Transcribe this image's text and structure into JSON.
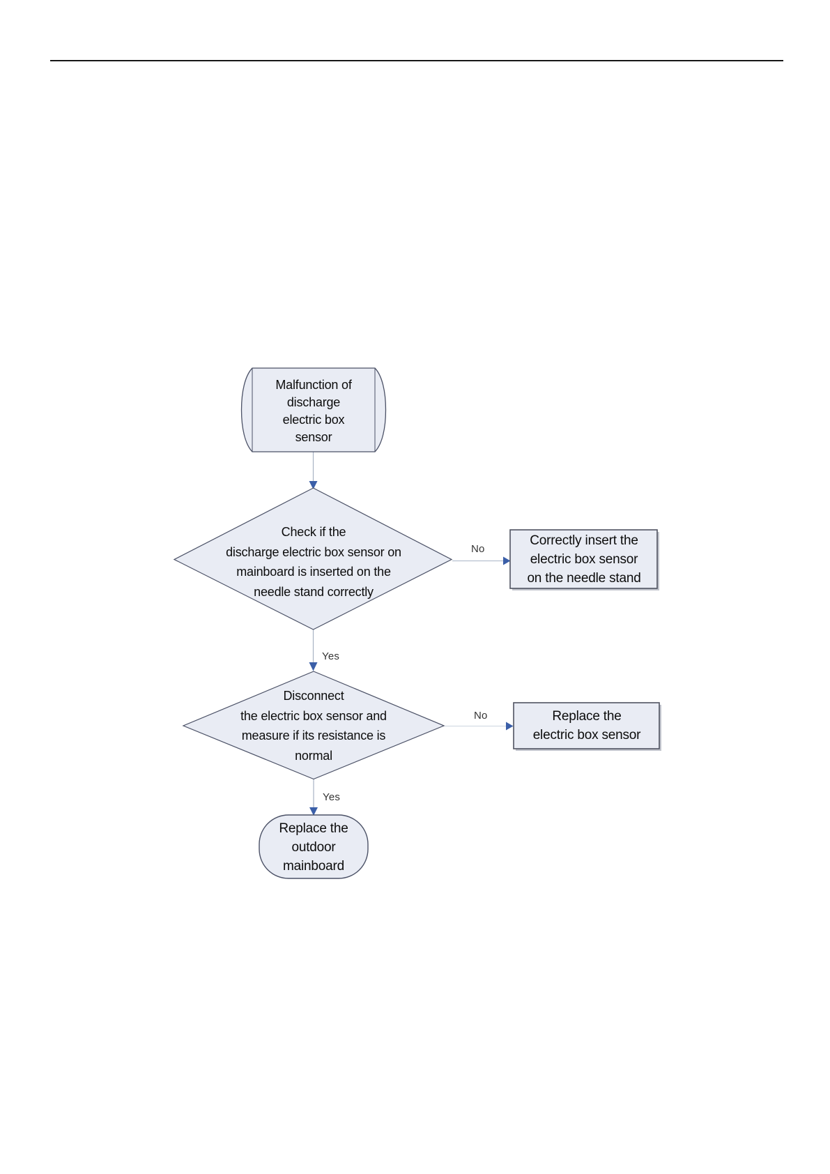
{
  "flowchart": {
    "start": {
      "label": "Malfunction of\ndischarge\nelectric box\nsensor"
    },
    "decision1": {
      "label": "Check if the\ndischarge electric box sensor on\nmainboard is inserted on the\nneedle stand correctly"
    },
    "action1": {
      "label": "Correctly insert the\nelectric box sensor\non the needle stand"
    },
    "decision2": {
      "label": "Disconnect\nthe electric box sensor and\nmeasure if its resistance is\nnormal"
    },
    "end": {
      "label": "Replace the\noutdoor\nmainboard"
    },
    "action2": {
      "label": "Replace the\nelectric box sensor"
    },
    "edges": {
      "decision1_no": "No",
      "decision1_yes": "Yes",
      "decision2_no": "No",
      "decision2_yes": "Yes"
    }
  },
  "colors": {
    "node_fill": "#e9ecf4",
    "node_border": "#4b5166",
    "rect_border": "#4f5360",
    "shadow": "#c2c5cd",
    "connector": "#a8b2c4",
    "arrowhead": "#3b5fa8",
    "node_text": "#0c0c0c",
    "edge_label_text": "#333333",
    "rule": "#161616"
  }
}
